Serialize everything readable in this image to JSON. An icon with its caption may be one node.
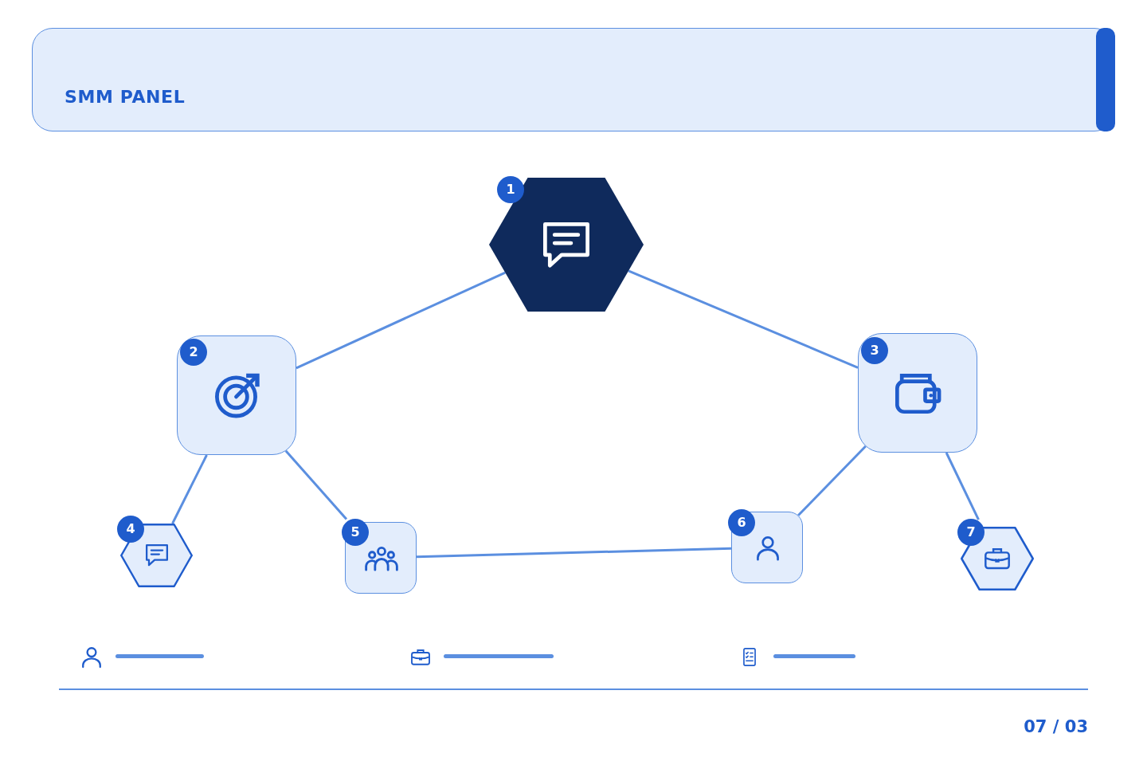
{
  "diagram": {
    "title": "SMM PANEL",
    "nodes": [
      {
        "text": [
          "1"
        ]
      },
      {
        "text": [
          "2"
        ]
      },
      {
        "text": [
          "3"
        ]
      },
      {
        "text": [
          "4"
        ]
      },
      {
        "text": [
          "5"
        ]
      },
      {
        "text": [
          "6"
        ]
      },
      {
        "text": [
          "7"
        ]
      }
    ],
    "edges": [
      {
        "from": 0,
        "to": 1,
        "arrow": "none"
      },
      {
        "from": 0,
        "to": 2,
        "arrow": "none"
      },
      {
        "from": 1,
        "to": 3,
        "arrow": "none"
      },
      {
        "from": 1,
        "to": 4,
        "arrow": "none"
      },
      {
        "from": 2,
        "to": 5,
        "arrow": "none"
      },
      {
        "from": 2,
        "to": 6,
        "arrow": "none"
      },
      {
        "from": 4,
        "to": 5,
        "arrow": "none"
      }
    ],
    "labels": [
      "07 / 03"
    ]
  }
}
